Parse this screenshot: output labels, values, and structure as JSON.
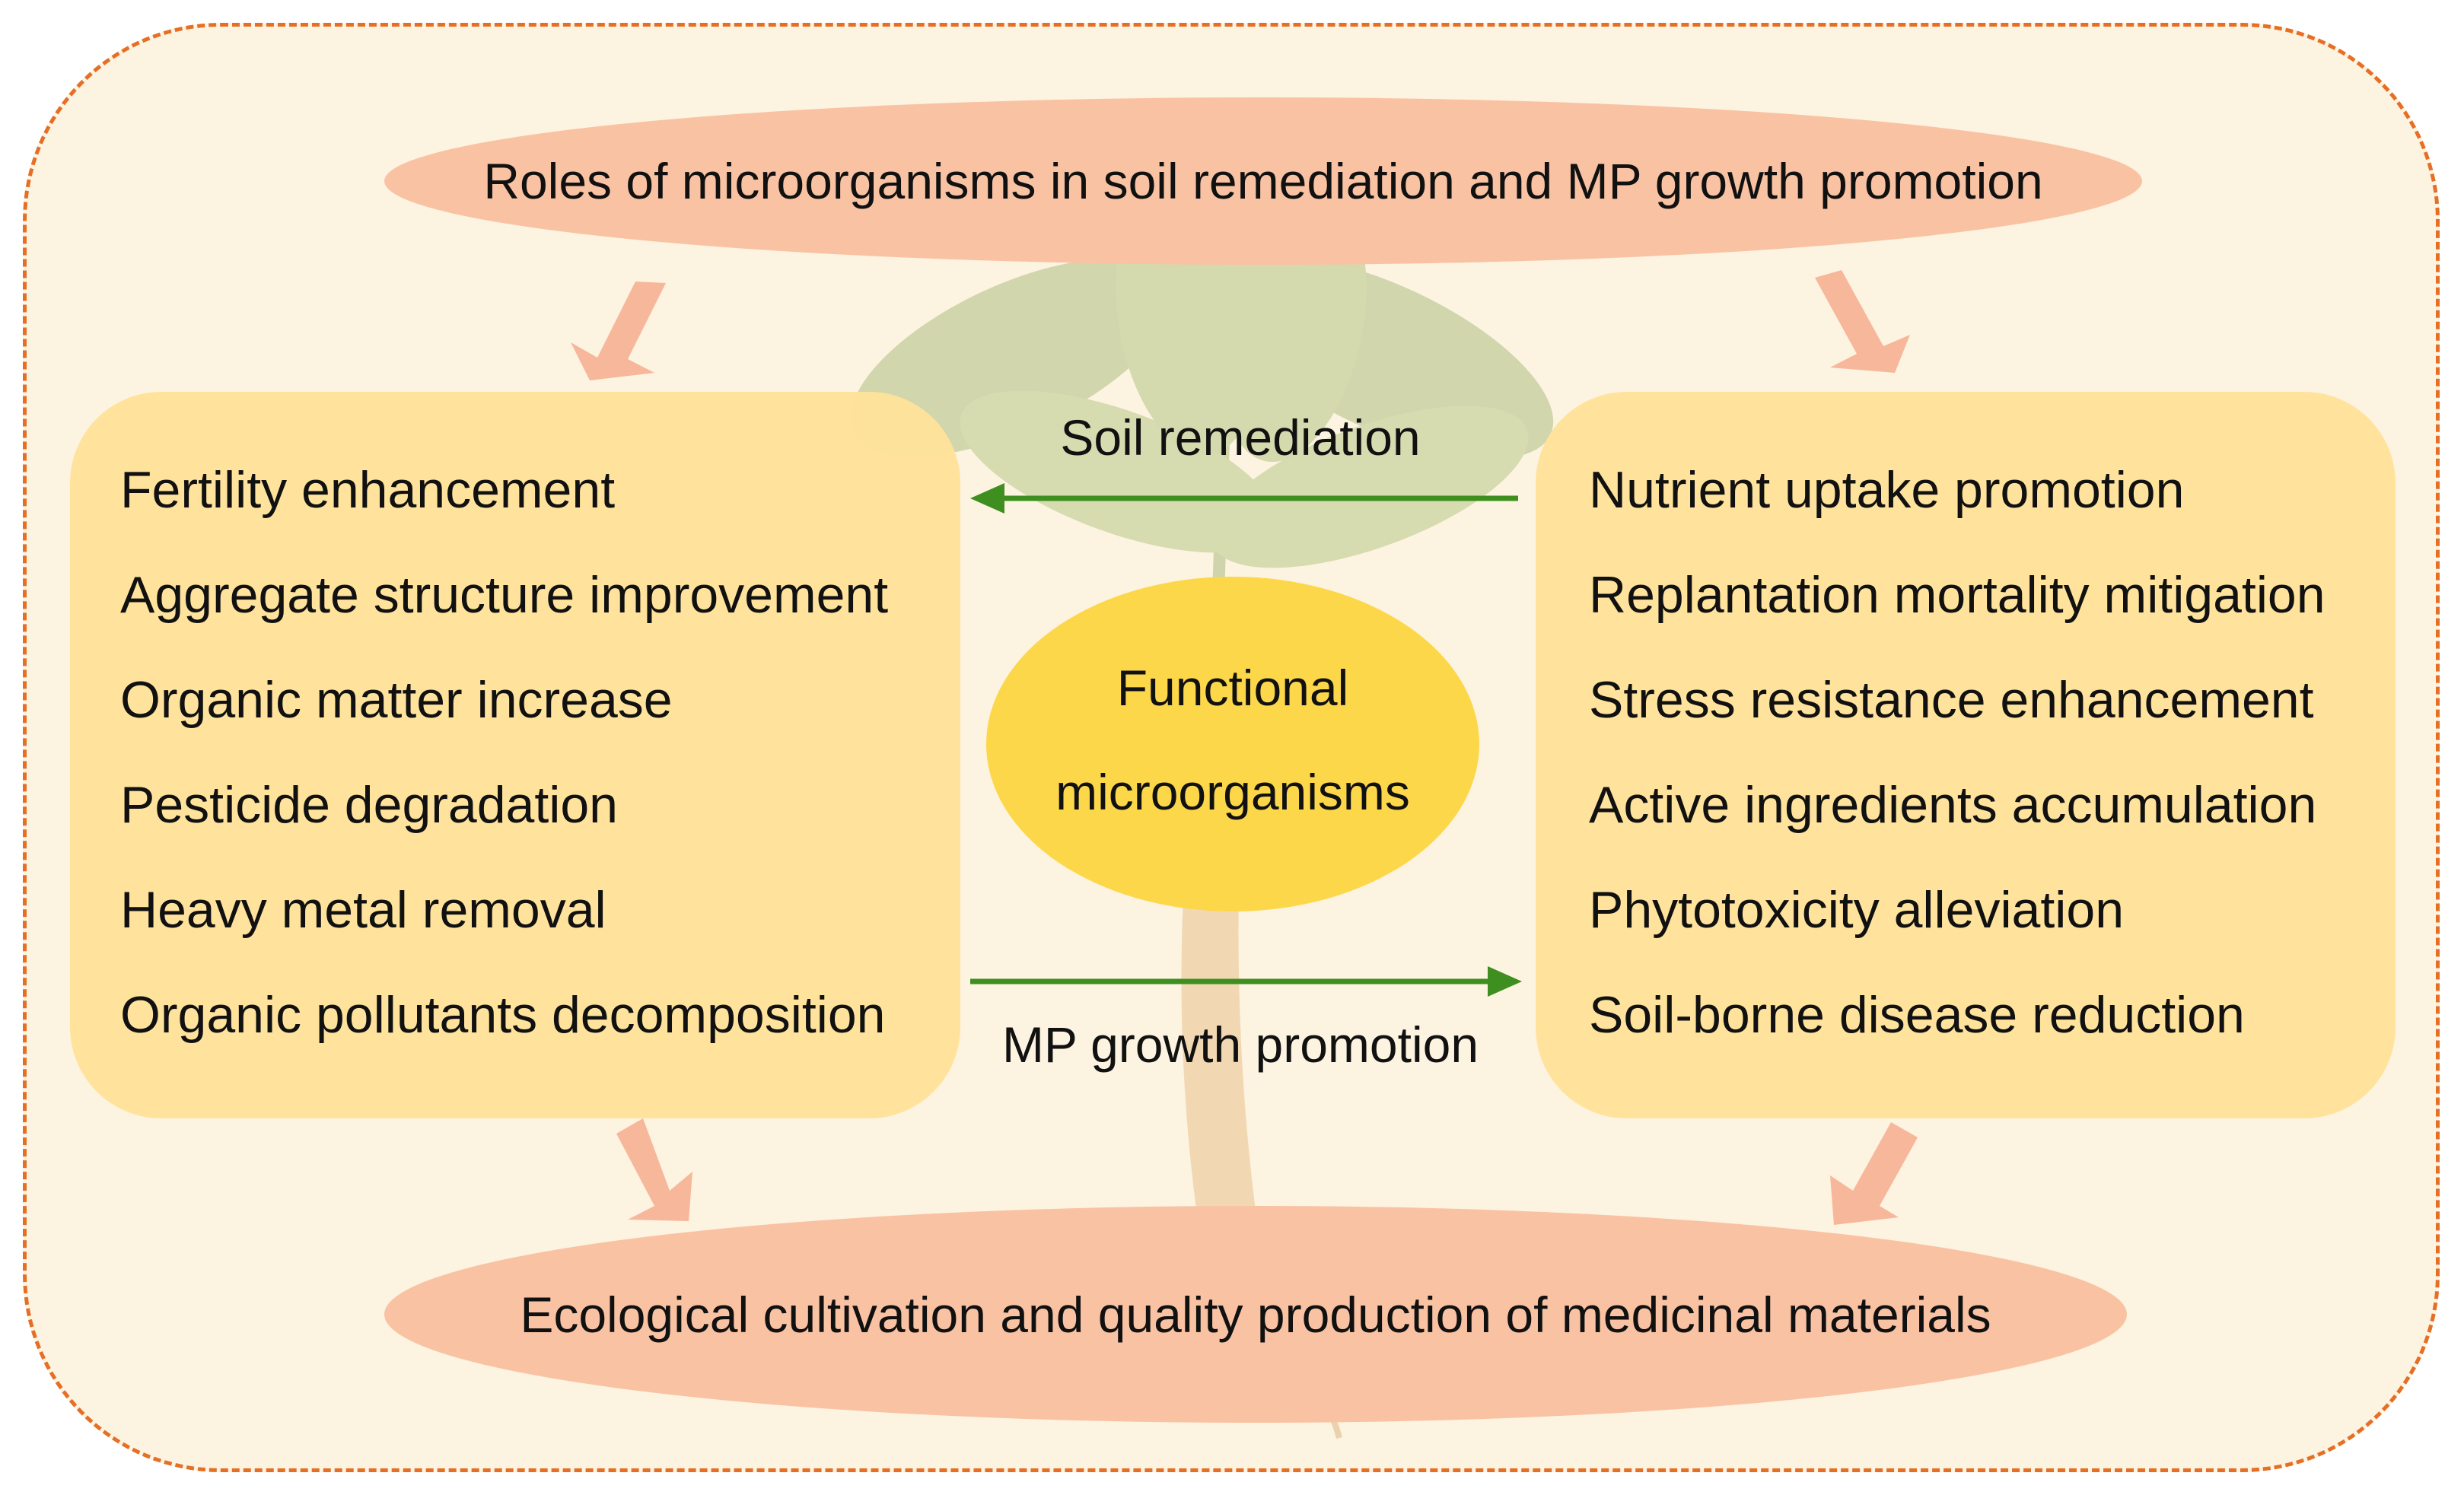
{
  "header": "Roles of microorganisms in soil remediation and MP growth promotion",
  "footer": "Ecological cultivation and quality production of medicinal materials",
  "left_panel": {
    "items": [
      "Fertility enhancement",
      "Aggregate structure improvement",
      "Organic matter increase",
      "Pesticide degradation",
      "Heavy metal removal",
      "Organic pollutants decomposition"
    ]
  },
  "right_panel": {
    "items": [
      "Nutrient uptake promotion",
      "Replantation mortality mitigation",
      "Stress resistance enhancement",
      "Active ingredients accumulation",
      "Phytotoxicity alleviation",
      "Soil-borne disease reduction"
    ]
  },
  "center": {
    "line1": "Functional",
    "line2": "microorganisms"
  },
  "arrows": {
    "top_label": "Soil remediation",
    "bottom_label": "MP growth promotion"
  },
  "colors": {
    "frame_border": "#e56f25",
    "frame_fill": "#fdf3e1",
    "ellipse_fill": "#f9c3a3",
    "panel_fill": "#ffe29a",
    "center_fill": "#fdd74a",
    "arrow_green": "#3e8f1f",
    "block_arrow": "#f7b79a"
  }
}
